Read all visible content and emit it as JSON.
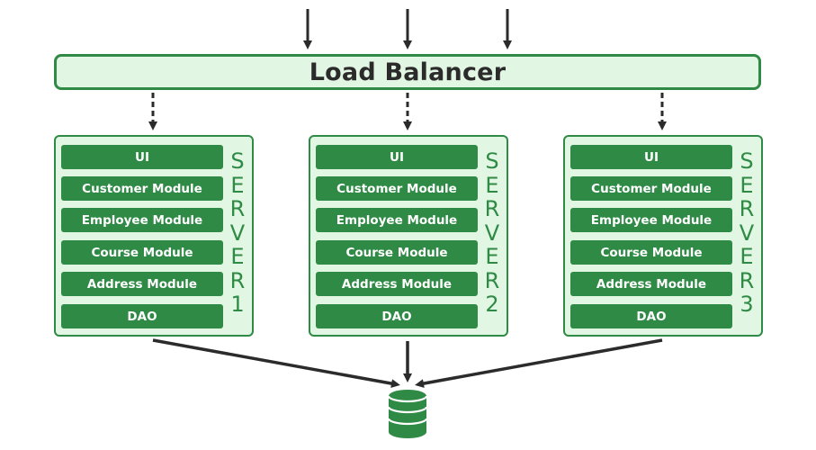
{
  "diagram": {
    "load_balancer": {
      "label": "Load Balancer"
    },
    "incoming_requests": 3,
    "servers": [
      {
        "id": "server-1",
        "label": "SERVER1",
        "modules": [
          "UI",
          "Customer Module",
          "Employee Module",
          "Course Module",
          "Address Module",
          "DAO"
        ]
      },
      {
        "id": "server-2",
        "label": "SERVER2",
        "modules": [
          "UI",
          "Customer Module",
          "Employee Module",
          "Course Module",
          "Address Module",
          "DAO"
        ]
      },
      {
        "id": "server-3",
        "label": "SERVER3",
        "modules": [
          "UI",
          "Customer Module",
          "Employee Module",
          "Course Module",
          "Address Module",
          "DAO"
        ]
      }
    ],
    "database": {
      "icon": "database-icon"
    },
    "colors": {
      "box_fill": "#e2f7e3",
      "accent_green": "#2f8a45",
      "arrow": "#2b2b2b",
      "text_dark": "#2b2b2b"
    }
  }
}
